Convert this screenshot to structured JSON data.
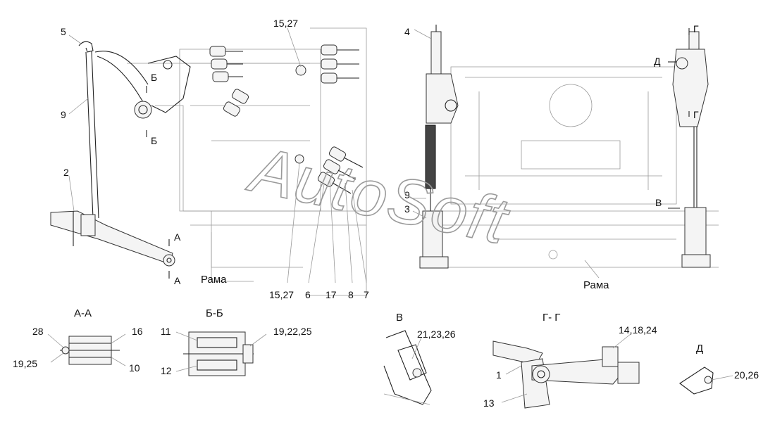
{
  "watermark": "AutoSoft",
  "frame_label_left": "Рама",
  "frame_label_right": "Рама",
  "callouts": {
    "c5": "5",
    "c15_27_top": "15,27",
    "c4": "4",
    "c9_left": "9",
    "c2": "2",
    "c9_mid": "9",
    "c3": "3",
    "c15_27_bottom": "15,27",
    "c6": "6",
    "c17": "17",
    "c8": "8",
    "c7": "7"
  },
  "section_marks": {
    "b_top": "Б",
    "b_bottom": "Б",
    "a_top": "А",
    "a_bottom": "А",
    "g_top": "Г",
    "g_mid": "Г",
    "d_mark": "Д",
    "v_mark": "В"
  },
  "details": {
    "aa": {
      "title": "А-А",
      "labels": [
        "28",
        "16",
        "19,25",
        "10"
      ]
    },
    "bb": {
      "title": "Б-Б",
      "labels": [
        "11",
        "19,22,25",
        "12"
      ]
    },
    "v": {
      "title": "В",
      "labels": [
        "21,23,26"
      ]
    },
    "gg": {
      "title": "Г- Г",
      "labels": [
        "14,18,24",
        "1",
        "13"
      ]
    },
    "d": {
      "title": "Д",
      "labels": [
        "20,26"
      ]
    }
  }
}
